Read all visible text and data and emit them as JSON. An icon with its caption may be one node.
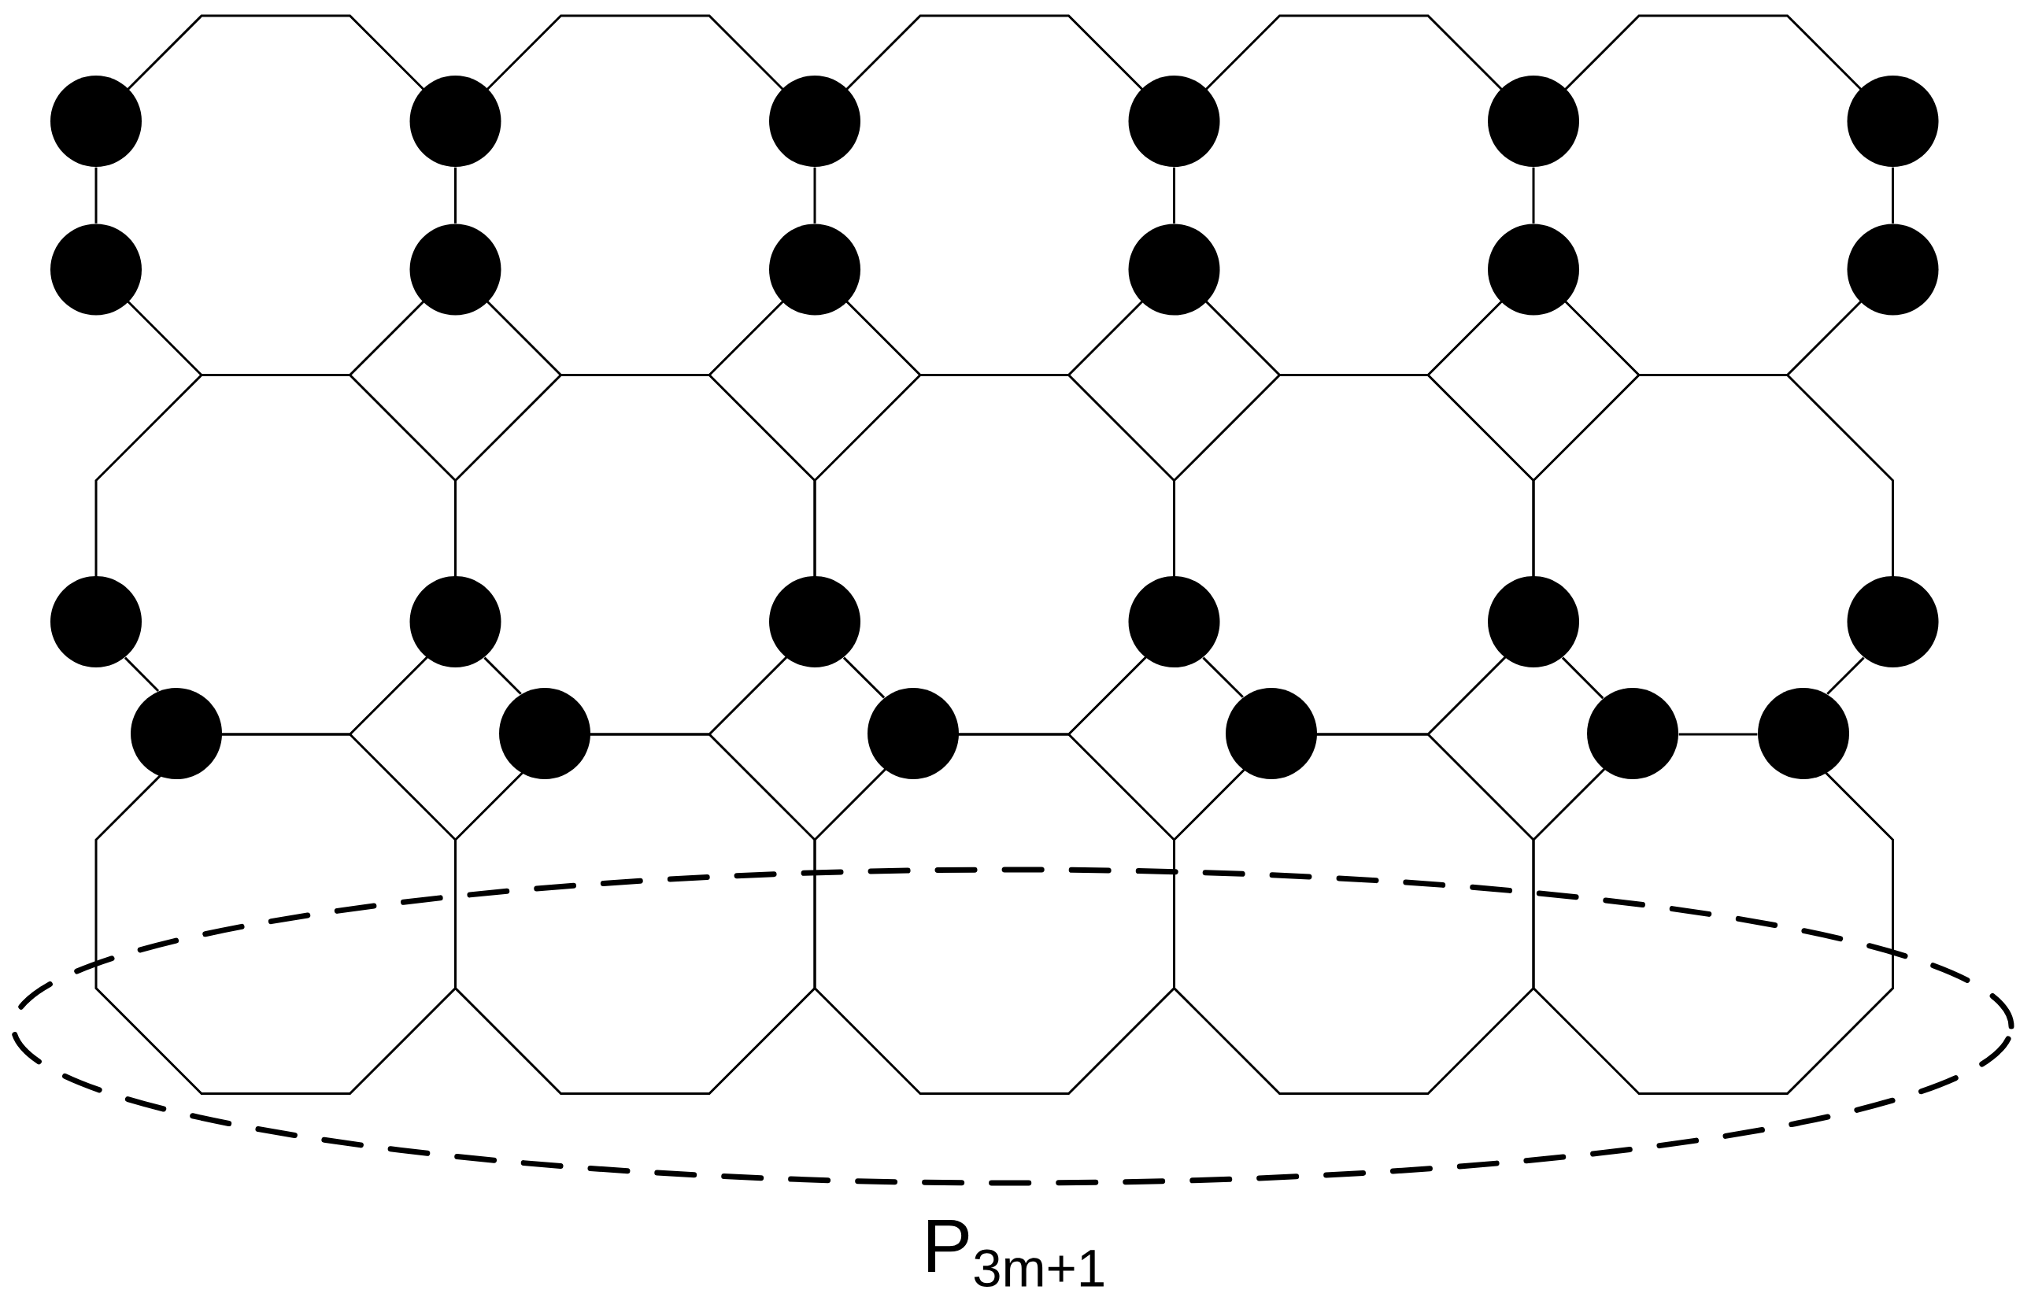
{
  "diagram": {
    "nodes": [
      {
        "text": [],
        "shape": "circle"
      },
      {
        "text": [],
        "shape": "circle"
      },
      {
        "text": [],
        "shape": "circle"
      },
      {
        "text": [],
        "shape": "circle"
      },
      {
        "text": [],
        "shape": "circle"
      },
      {
        "text": [],
        "shape": "circle"
      },
      {
        "text": [],
        "shape": "circle"
      },
      {
        "text": [],
        "shape": "circle"
      },
      {
        "text": [],
        "shape": "circle"
      },
      {
        "text": [],
        "shape": "circle"
      },
      {
        "text": [],
        "shape": "circle"
      },
      {
        "text": [],
        "shape": "circle"
      },
      {
        "text": [],
        "shape": "circle"
      },
      {
        "text": [],
        "shape": "circle"
      },
      {
        "text": [],
        "shape": "circle"
      },
      {
        "text": [],
        "shape": "circle"
      },
      {
        "text": [],
        "shape": "circle"
      },
      {
        "text": [],
        "shape": "circle"
      },
      {
        "text": [],
        "shape": "circle"
      },
      {
        "text": [],
        "shape": "circle"
      },
      {
        "text": [],
        "shape": "circle"
      },
      {
        "text": [],
        "shape": "circle"
      },
      {
        "text": [],
        "shape": "circle"
      },
      {
        "text": [],
        "shape": "circle"
      },
      {
        "text": [
          "P$_{3m+1}$"
        ]
      }
    ],
    "edges": [
      {
        "from": 0,
        "to": 6,
        "arrow": "none"
      },
      {
        "from": 1,
        "to": 7,
        "arrow": "none"
      },
      {
        "from": 2,
        "to": 8,
        "arrow": "none"
      },
      {
        "from": 3,
        "to": 9,
        "arrow": "none"
      },
      {
        "from": 4,
        "to": 10,
        "arrow": "none"
      },
      {
        "from": 5,
        "to": 11,
        "arrow": "none"
      },
      {
        "from": 12,
        "to": 18,
        "arrow": "none"
      },
      {
        "from": 13,
        "to": 19,
        "arrow": "none"
      },
      {
        "from": 14,
        "to": 20,
        "arrow": "none"
      },
      {
        "from": 15,
        "to": 21,
        "arrow": "none"
      },
      {
        "from": 16,
        "to": 22,
        "arrow": "none"
      },
      {
        "from": 17,
        "to": 23,
        "arrow": "none"
      },
      {
        "from": 22,
        "to": 23,
        "arrow": "none"
      }
    ]
  }
}
